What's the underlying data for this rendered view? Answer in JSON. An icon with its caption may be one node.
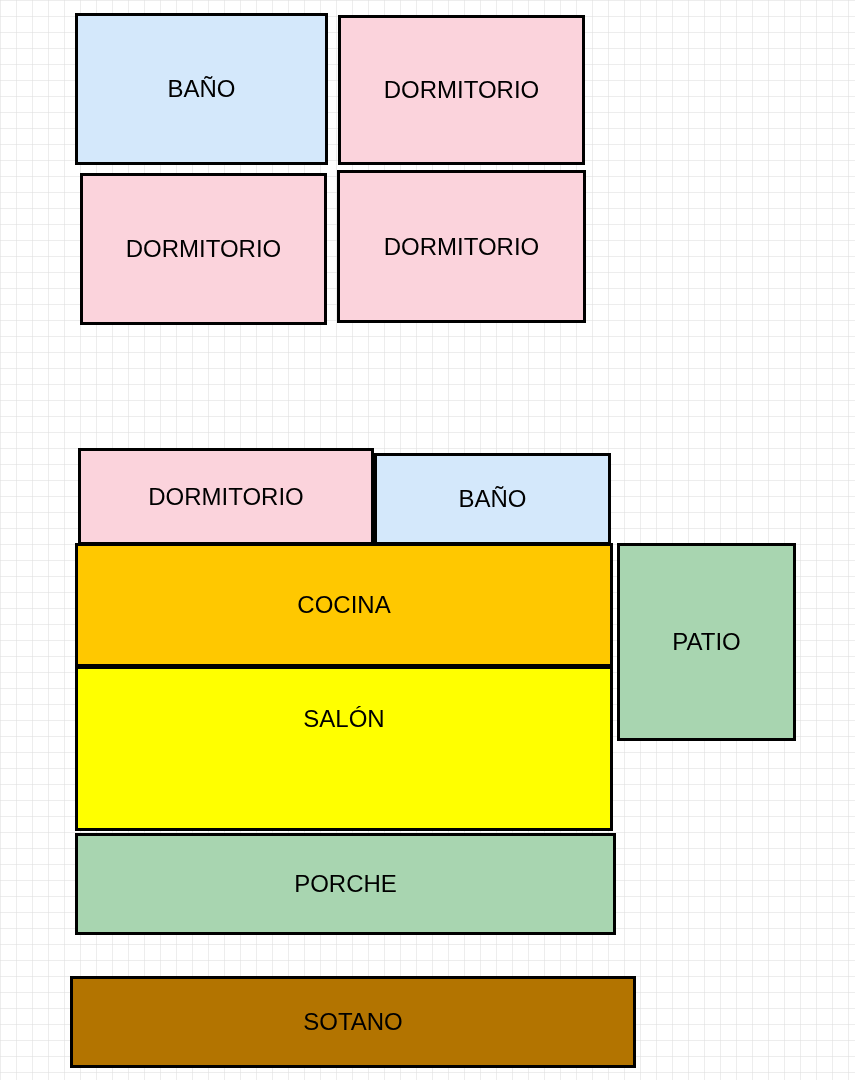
{
  "diagram": {
    "nodes": [
      {
        "text": [
          "BAÑO"
        ]
      },
      {
        "text": [
          "DORMITORIO"
        ]
      },
      {
        "text": [
          "DORMITORIO"
        ]
      },
      {
        "text": [
          "DORMITORIO"
        ]
      },
      {
        "text": [
          "DORMITORIO"
        ]
      },
      {
        "text": [
          "BAÑO"
        ]
      },
      {
        "text": [
          "COCINA"
        ]
      },
      {
        "text": [
          "SALÓN"
        ]
      },
      {
        "text": [
          "PATIO"
        ]
      },
      {
        "text": [
          "PORCHE"
        ]
      },
      {
        "text": [
          "SOTANO"
        ]
      }
    ]
  }
}
